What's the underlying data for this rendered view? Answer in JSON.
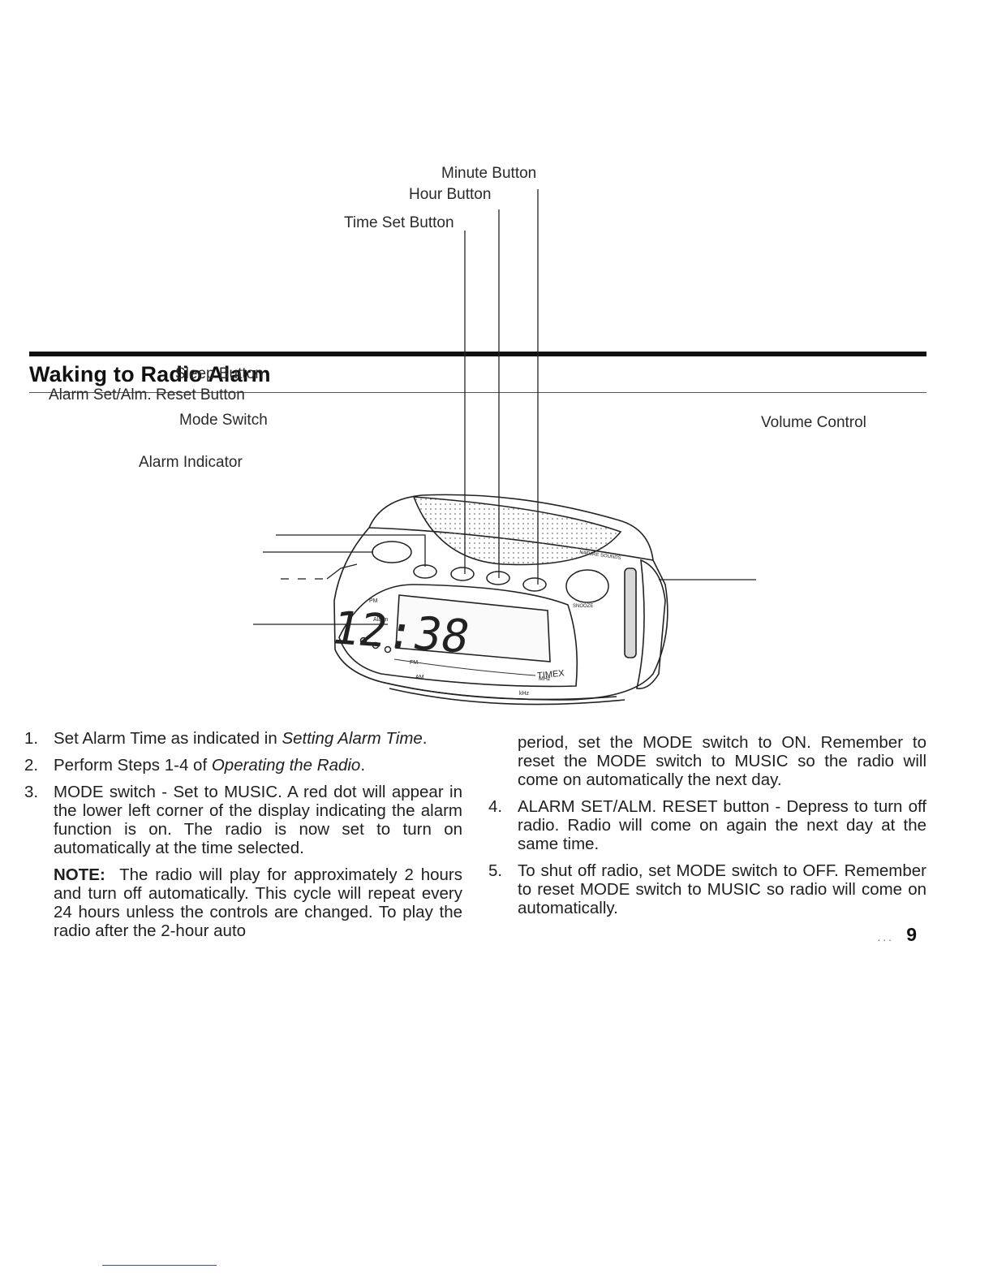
{
  "section": {
    "title": "Waking to Radio Alarm"
  },
  "diagram": {
    "labels": {
      "minute_button": "Minute Button",
      "hour_button": "Hour Button",
      "time_set_button": "Time Set Button",
      "sleep_button": "Sleep Button",
      "alarm_set_reset_button": "Alarm Set/Alm. Reset Button",
      "mode_switch": "Mode Switch",
      "alarm_indicator": "Alarm Indicator",
      "volume_control": "Volume Control"
    },
    "display": {
      "time": "12:38",
      "pm": "PM",
      "alarm": "Alarm",
      "fm": "FM",
      "am": "AM",
      "mhz": "MHz",
      "khz": "kHz",
      "brand": "TIMEX",
      "nature_sounds": "NATURE SOUNDS",
      "snooze": "SNOOZE"
    }
  },
  "steps": [
    {
      "num": "1.",
      "pre": "Set Alarm Time as indicated in ",
      "em": "Setting Alarm Time",
      "post": "."
    },
    {
      "num": "2.",
      "pre": "Perform Steps 1-4 of ",
      "em": "Operating the Radio",
      "post": "."
    },
    {
      "num": "3.",
      "text": "MODE switch - Set to MUSIC. A red dot will appear in the lower left corner of the display indicating the alarm function is on. The radio is now set to turn on automatically at the time selected."
    },
    {
      "num": "4.",
      "text": "ALARM SET/ALM. RESET button - Depress to turn off radio. Radio will come on again the next day at the same time."
    },
    {
      "num": "5.",
      "text": "To shut off radio, set MODE switch to OFF. Remember to reset MODE switch to MUSIC so radio will come on automatically."
    }
  ],
  "note": {
    "label": "NOTE:",
    "text": "The radio will play for approximately 2 hours and turn off automatically. This cycle will repeat every 24 hours unless the controls are changed. To play the radio after the 2-hour auto",
    "continued": "period, set the MODE switch to ON. Remember to reset the MODE switch to MUSIC so the radio will come on automatically the next day."
  },
  "page_number": "9"
}
